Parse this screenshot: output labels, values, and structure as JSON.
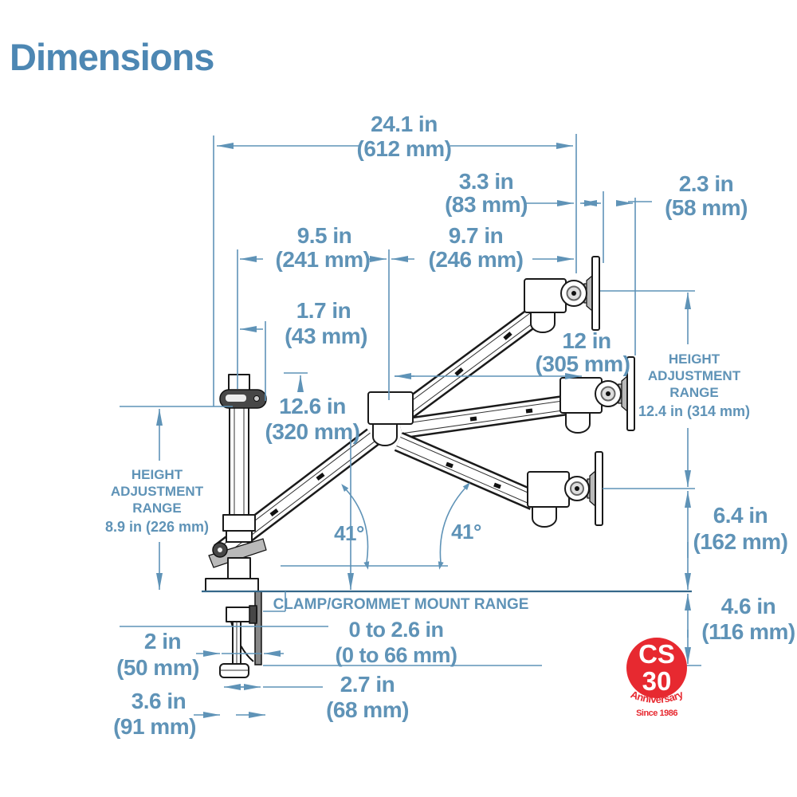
{
  "title": "Dimensions",
  "colors": {
    "accent_blue": "#5f93b7",
    "title_blue": "#4d87b3",
    "desk_line_blue": "#35688a",
    "drawing_dark": "#1a1a1a",
    "badge_red": "#e72930"
  },
  "dimensions": {
    "overall_width": {
      "in": "24.1 in",
      "mm": "(612 mm)"
    },
    "mount_depth": {
      "in": "3.3 in",
      "mm": "(83 mm)"
    },
    "wall_offset": {
      "in": "2.3 in",
      "mm": "(58 mm)"
    },
    "lower_arm_reach": {
      "in": "9.5 in",
      "mm": "(241 mm)"
    },
    "upper_arm_reach": {
      "in": "9.7 in",
      "mm": "(246 mm)"
    },
    "pole_offset": {
      "in": "1.7 in",
      "mm": "(43 mm)"
    },
    "arm_raise": {
      "in": "12 in",
      "mm": "(305 mm)"
    },
    "pole_height": {
      "in": "12.6 in",
      "mm": "(320 mm)"
    },
    "below_mid_drop": {
      "in": "6.4 in",
      "mm": "(162 mm)"
    },
    "below_desk_drop": {
      "in": "4.6 in",
      "mm": "(116 mm)"
    },
    "clamp_opening": {
      "in": "2 in",
      "mm": "(50 mm)"
    },
    "clamp_foot": {
      "in": "2.7 in",
      "mm": "(68 mm)"
    },
    "clamp_depth": {
      "in": "3.6 in",
      "mm": "(91 mm)"
    },
    "angle_left": "41°",
    "angle_right": "41°"
  },
  "height_adjustment_left": {
    "line1": "HEIGHT",
    "line2": "ADJUSTMENT",
    "line3": "RANGE",
    "value": "8.9 in (226 mm)"
  },
  "height_adjustment_right": {
    "line1": "HEIGHT",
    "line2": "ADJUSTMENT",
    "line3": "RANGE",
    "value": "12.4 in (314 mm)"
  },
  "clamp_range": {
    "label": "CLAMP/GROMMET MOUNT RANGE",
    "value_in": "0 to 2.6 in",
    "value_mm": "(0 to 66 mm)"
  },
  "badge": {
    "line1": "CS",
    "line2": "30",
    "arc_text": "Anniversary",
    "sub_text": "Since 1986"
  }
}
